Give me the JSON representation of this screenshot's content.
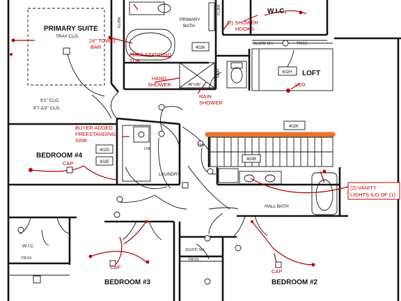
{
  "rooms": {
    "primary_suite": "PRIMARY SUITE",
    "tray_clg": "TRAY CLG.",
    "primary_bath": "PRIMARY BATH",
    "wic_top": "W.I.C.",
    "loft": "LOFT",
    "bedroom4": "BEDROOM #4",
    "laundry": "LAUNDRY",
    "hall_bath": "HALL BATH",
    "wic_left": "W.I.C.",
    "bedroom3": "BEDROOM #3",
    "bedroom2": "BEDROOM #2",
    "seat": "SEAT",
    "linen_lin": "LIN"
  },
  "dimensions": {
    "clg_91": "9'1\" CLG.",
    "clg_87": "8'7-1/2\" CLG.",
    "shower_size": "48\"x36\"",
    "sh_12": "(5)12'D SH.",
    "sh_16": "(5)16'D SH.",
    "tris_top": "TR/1S",
    "tris_left": "TR/1S",
    "tris_mid": "TR/1S"
  },
  "tags": {
    "t402k_bath": "402K",
    "t402h": "402H",
    "t402k_stair": "402K",
    "t402d": "402D",
    "t402e": "402E",
    "t402b": "402B",
    "fl_br": "FL/BR",
    "fl_br2": "FL/BR",
    "dn": "DN"
  },
  "notes": {
    "towel_bar": [
      "24\" TOWEL",
      "BAR"
    ],
    "tub": [
      "FREE STANDING",
      "TUB"
    ],
    "hand_shower": [
      "HAND",
      "SHOWER"
    ],
    "rain_shower": [
      "RAIN",
      "SHOWER"
    ],
    "shower_hooks": [
      "(2) SHOWER",
      "HOOKS"
    ],
    "led": "LED",
    "buyer_sink": [
      "BUYER ADDED",
      "FREESTANDING",
      "SINK"
    ],
    "cap_b4": "CAP",
    "cap_b3": "CAP",
    "cap_b2": "CAP",
    "vanity_lights": [
      "(2) VANITY",
      "LIGHTS ILO OF (1)"
    ]
  },
  "colors": {
    "markup_red": "#c00000",
    "stair_orange": "#e8742a",
    "linework": "#111111"
  }
}
